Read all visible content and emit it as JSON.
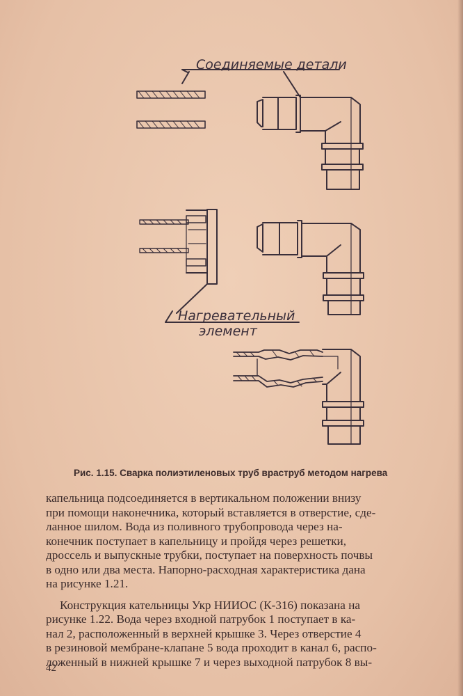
{
  "figure": {
    "label_parts": "Соединяемые детали",
    "label_heater_line1": "Нагревательный",
    "label_heater_line2": "элемент"
  },
  "caption": {
    "number": "Рис. 1.15.",
    "text": "Сварка полиэтиленовых труб враструб методом нагрева"
  },
  "body": {
    "paragraph1": [
      "капельница подсоединяется в вертикальном  положении внизу",
      "при помощи наконечника, который вставляется в отверстие, сде-",
      "ланное шилом. Вода из поливного трубопровода через на-",
      "конечник поступает в капельницу и пройдя через решетки,",
      "дроссель и выпускные трубки, поступает на поверхность почвы",
      "в одно или два места. Напорно-расходная характеристика дана",
      "на рисунке 1.21."
    ],
    "paragraph2": [
      "Конструкция кательницы Укр НИИОС (К-316) показана на",
      "рисунке 1.22. Вода через входной патрубок 1 поступает в ка-",
      "нал 2, расположенный в верхней крышке 3. Через отверстие 4",
      "в резиновой мембране-клапане 5 вода проходит в канал 6, распо-",
      "ложенный в нижней крышке 7 и через выходной патрубок 8 вы-"
    ]
  },
  "page_number": "42"
}
